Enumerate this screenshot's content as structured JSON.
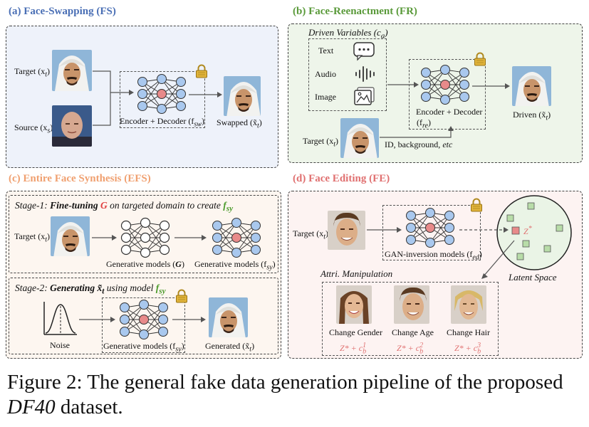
{
  "panels": {
    "fs": {
      "title": "(a) Face-Swapping (FS)",
      "target_label": "Target (x",
      "target_sub": "t",
      "source_label": "Source (x",
      "source_sub": "s",
      "model_label": "Encoder + Decoder (f",
      "model_sub": "sw",
      "output_label": "Swapped (x̃",
      "output_sub": "t"
    },
    "fr": {
      "title": "(b) Face-Reenactment (FR)",
      "driven_vars_label": "Driven Variables (c",
      "driven_vars_sub": "a",
      "inputs": [
        "Text",
        "Audio",
        "Image"
      ],
      "model_label": "Encoder + Decoder",
      "model_fn": "(f",
      "model_sub": "re",
      "output_label": "Driven (x̃",
      "output_sub": "t",
      "target_label": "Target (x",
      "target_sub": "t",
      "cond_label": "ID, background, ",
      "cond_etc": "etc"
    },
    "efs": {
      "title": "(c) Entire Face Synthesis (EFS)",
      "stage1_prefix": "Stage-1: ",
      "stage1_bold": "Fine-tuning ",
      "stage1_g": "G",
      "stage1_mid": " on targeted domain to create ",
      "stage1_f": "f",
      "stage1_fsub": "sy",
      "target_label": "Target (x",
      "target_sub": "t",
      "gen_label_1": "Generative models (",
      "gen_label_1_g": "G",
      "gen_label_2": "Generative models (f",
      "gen_label_2_sub": "sy",
      "stage2_prefix": "Stage-2: ",
      "stage2_bold": "Generating ",
      "stage2_x": "x̃",
      "stage2_xsub": "t",
      "stage2_mid": " using model ",
      "stage2_f": "f",
      "stage2_fsub": "sy",
      "noise_label": "Noise",
      "gen_label_3": "Generative models (f",
      "gen_label_3_sub": "sy",
      "generated_label": "Generated (x̃",
      "generated_sub": "t"
    },
    "fe": {
      "title": "(d) Face Editing (FE)",
      "target_label": "Target (x",
      "target_sub": "t",
      "model_label": "GAN-inversion models (f",
      "model_sub": "ed",
      "latent_label": "Latent Space",
      "z_label": "Z",
      "attri_label": "Attri. Manipulation",
      "changes": [
        {
          "label": "Change Gender",
          "code": "Z* + c",
          "sup": "1",
          "sub": "b"
        },
        {
          "label": "Change Age",
          "code": "Z* + c",
          "sup": "2",
          "sub": "b"
        },
        {
          "label": "Change Hair",
          "code": "Z* + c",
          "sup": "3",
          "sub": "b"
        }
      ]
    }
  },
  "caption": {
    "text_before": "Figure 2: The general fake data generation pipeline of the proposed ",
    "dataset": "DF40",
    "text_after": " dataset."
  },
  "colors": {
    "fs_title": "#4a6fb5",
    "fr_title": "#5a9a3a",
    "efs_title": "#f0a070",
    "fe_title": "#e07070",
    "fs_bg": "#eef2fa",
    "fr_bg": "#eef5ea",
    "efs_bg": "#fdf6f0",
    "fe_bg": "#fdf3f2",
    "node_blue": "#a9c8ee",
    "node_red": "#e88a8a",
    "green_f": "#4a9a2a",
    "red_g": "#e04040",
    "pink_code": "#e07070"
  }
}
